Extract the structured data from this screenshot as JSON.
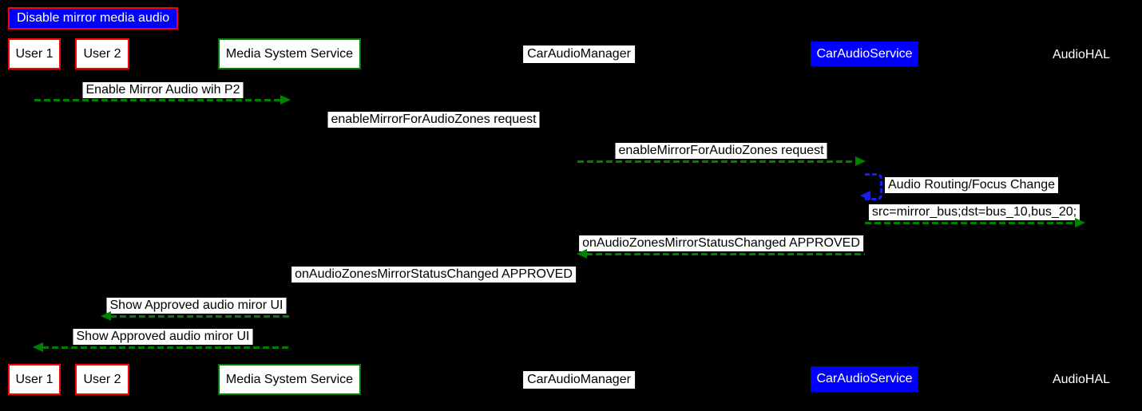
{
  "diagram": {
    "type": "sequence-diagram",
    "title": "Disable mirror media audio",
    "participants": [
      {
        "id": "user1",
        "label": "User 1",
        "style": "red-box"
      },
      {
        "id": "user2",
        "label": "User 2",
        "style": "red-box"
      },
      {
        "id": "media_system_service",
        "label": "Media System Service",
        "style": "green-box"
      },
      {
        "id": "car_audio_manager",
        "label": "CarAudioManager",
        "style": "white-label"
      },
      {
        "id": "car_audio_service",
        "label": "CarAudioService",
        "style": "blue-box"
      },
      {
        "id": "audio_hal",
        "label": "AudioHAL",
        "style": "plain-text"
      }
    ],
    "messages": [
      {
        "from": "user1",
        "to": "media_system_service",
        "label": "Enable Mirror Audio wih P2",
        "arrow": "green-dashed-right"
      },
      {
        "from": "media_system_service",
        "to": "car_audio_manager",
        "label": "enableMirrorForAudioZones request",
        "arrow": "invisible"
      },
      {
        "from": "car_audio_manager",
        "to": "car_audio_service",
        "label": "enableMirrorForAudioZones request",
        "arrow": "green-dashed-right"
      },
      {
        "from": "car_audio_service",
        "to": "car_audio_service",
        "label": "Audio Routing/Focus Change",
        "arrow": "blue-dashed-self-loop"
      },
      {
        "from": "car_audio_service",
        "to": "audio_hal",
        "label": "src=mirror_bus;dst=bus_10,bus_20;",
        "arrow": "green-dashed-right"
      },
      {
        "from": "car_audio_service",
        "to": "car_audio_manager",
        "label": "onAudioZonesMirrorStatusChanged APPROVED",
        "arrow": "green-dashed-left"
      },
      {
        "from": "car_audio_manager",
        "to": "media_system_service",
        "label": "onAudioZonesMirrorStatusChanged APPROVED",
        "arrow": "invisible"
      },
      {
        "from": "media_system_service",
        "to": "user2",
        "label": "Show Approved audio miror UI",
        "arrow": "green-dashed-left"
      },
      {
        "from": "media_system_service",
        "to": "user1",
        "label": "Show Approved audio miror UI",
        "arrow": "green-dashed-left"
      }
    ],
    "colors": {
      "background": "#000000",
      "arrow_green": "#008000",
      "self_loop_blue": "#1a1aff",
      "title_bg": "#0000ff",
      "title_border": "#ff0000",
      "red_actor_border": "#ff0000",
      "green_actor_border": "#008000",
      "blue_actor_bg": "#0000ff",
      "label_bg": "#ffffff"
    }
  }
}
